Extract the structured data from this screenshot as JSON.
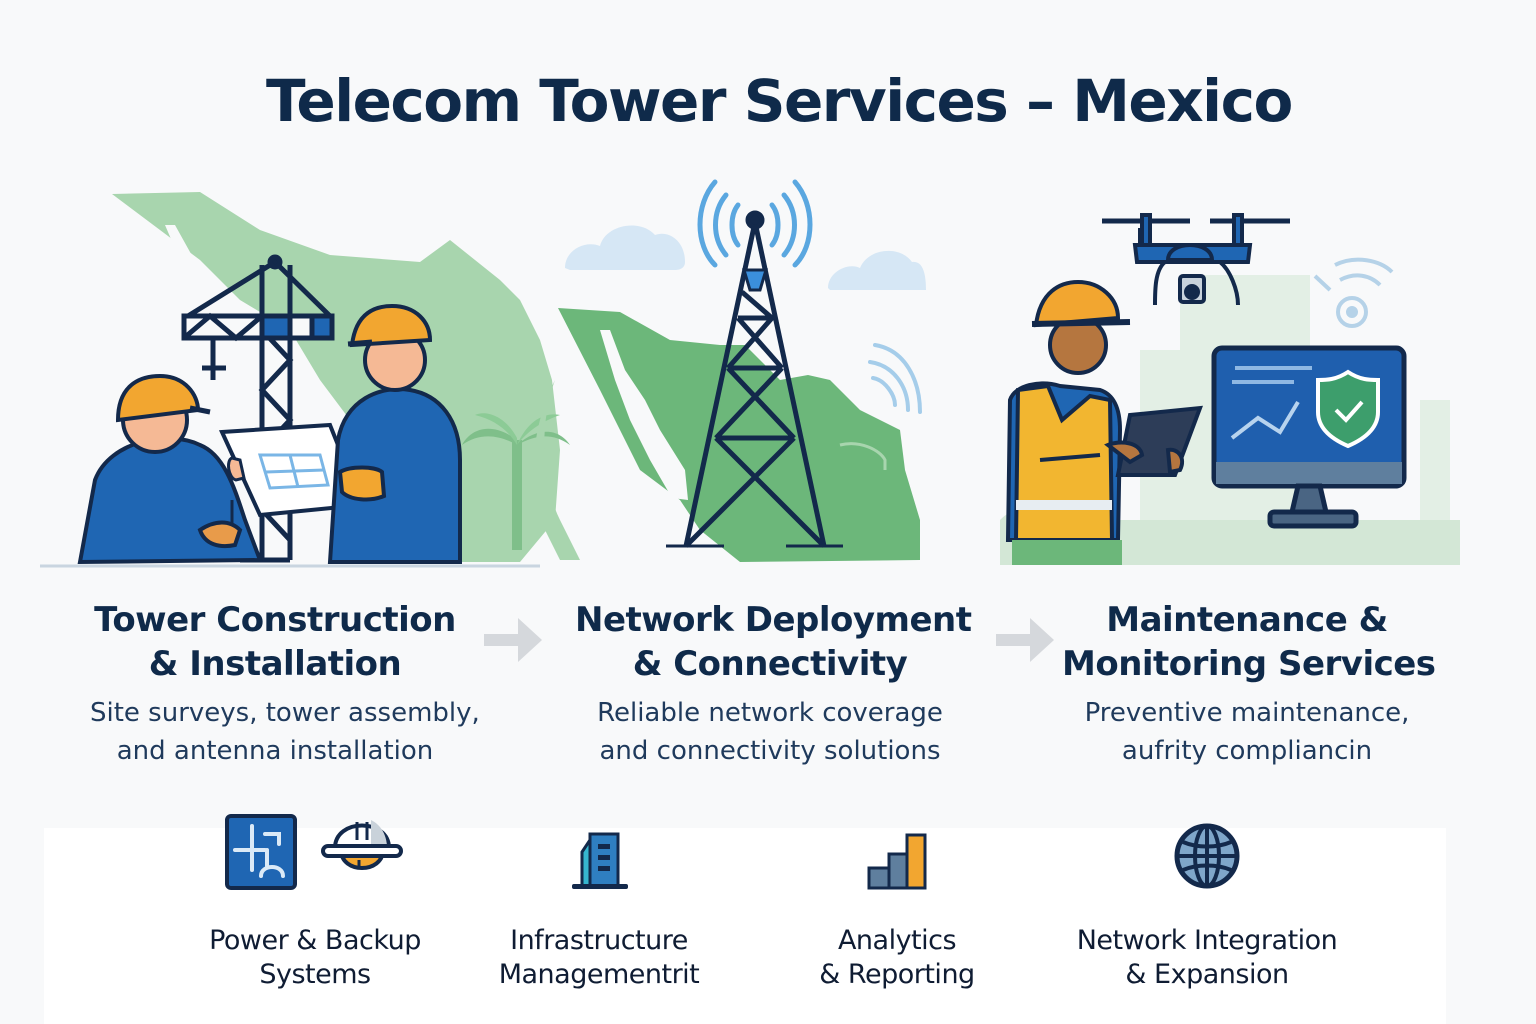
{
  "header": {
    "title": "Telecom Tower Services – Mexico"
  },
  "colors": {
    "navy": "#0f2a4a",
    "blue": "#1f66b3",
    "map_green": "#6cb77a",
    "helmet_orange": "#f2a630",
    "signal_blue": "#5aa7e0",
    "arrow_gray": "#d5d8dc",
    "background": "#f8f9fa"
  },
  "panels": [
    {
      "title_line1": "Tower Construction",
      "title_line2": "& Installation",
      "desc_line1": "Site surveys, tower assembly,",
      "desc_line2": "and antenna installation",
      "illustration": "workers-with-crane-and-blueprint"
    },
    {
      "title_line1": "Network Deployment",
      "title_line2": "& Connectivity",
      "desc_line1": "Reliable network coverage",
      "desc_line2": "and connectivity solutions",
      "illustration": "cell-tower-over-mexico-map"
    },
    {
      "title_line1": "Maintenance &",
      "title_line2": "Monitoring Services",
      "desc_line1": "Preventive maintenance,",
      "desc_line2": "aufrity compliancin",
      "illustration": "worker-with-tablet-drone-monitor"
    }
  ],
  "flow_arrows": [
    "arrow-right",
    "arrow-right"
  ],
  "features": [
    {
      "label_line1": "Power & Backup",
      "label_line2": "Systems",
      "icons": [
        "tower-schematic-icon",
        "hard-hat-icon"
      ]
    },
    {
      "label_line1": "Infrastructure",
      "label_line2": "Managementrit",
      "icons": [
        "building-icon"
      ]
    },
    {
      "label_line1": "Analytics",
      "label_line2": "& Reporting",
      "icons": [
        "bar-chart-icon"
      ]
    },
    {
      "label_line1": "Network Integration",
      "label_line2": "& Expansion",
      "icons": [
        "globe-icon"
      ]
    }
  ]
}
